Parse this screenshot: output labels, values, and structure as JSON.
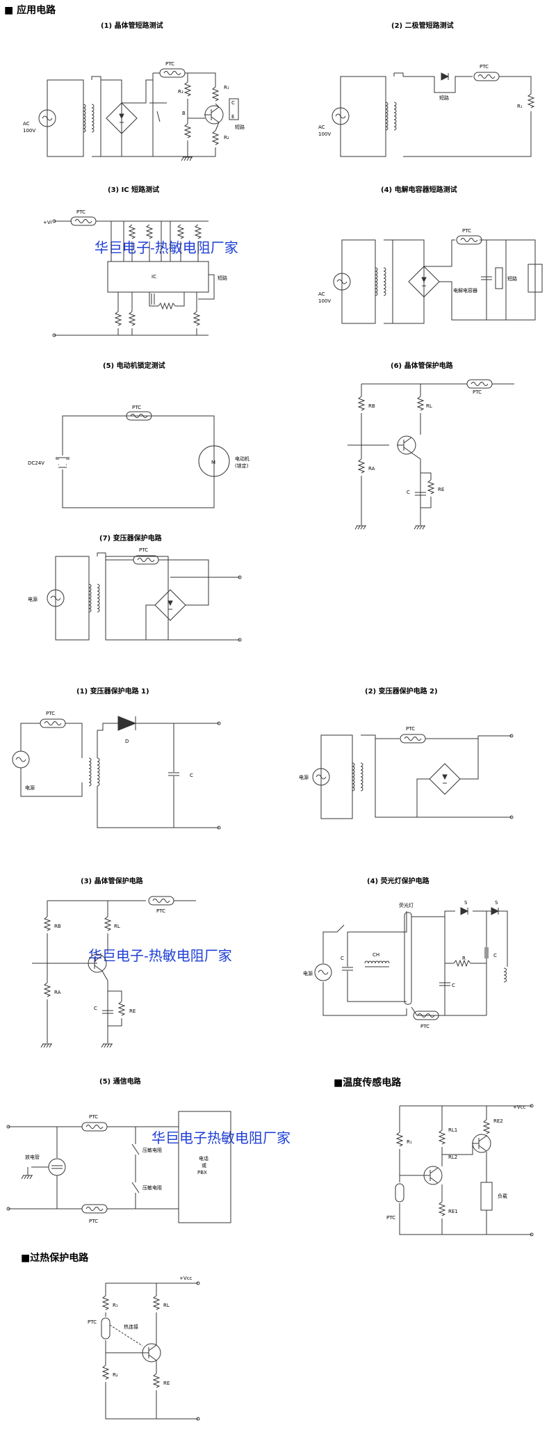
{
  "headers": {
    "apps": "■ 应用电路",
    "temp_sense": "■温度传感电路",
    "overheat": "■过热保护电路"
  },
  "captions": {
    "c1": "(1) 晶体管短路测试",
    "c2": "(2) 二极管短路测试",
    "c3": "(3) IC 短路测试",
    "c4": "(4) 电解电容器短路测试",
    "c5": "(5) 电动机锁定测试",
    "c6": "(6) 晶体管保护电路",
    "c7": "(7) 变压器保护电路",
    "d1": "(1) 变压器保护电路 1)",
    "d2": "(2) 变压器保护电路 2)",
    "d3": "(3) 晶体管保护电路",
    "d4": "(4) 荧光灯保护电路",
    "d5": "(5) 通信电路"
  },
  "watermarks": {
    "w1": "华巨电子-热敏电阻厂家",
    "w2": "华巨电子-热敏电阻厂家",
    "w3": "华巨电子热敏电阻厂家"
  },
  "labels": {
    "ptc": "PTC",
    "ac": "AC",
    "v100": "100V",
    "short": "短路",
    "r1": "R₁",
    "r2": "R₂",
    "r3": "R₃",
    "b": "B",
    "c": "C",
    "e": "E",
    "vi": "+Vi",
    "ic": "IC",
    "elec_cap": "电解电容器",
    "dc24": "DC24V",
    "m": "M",
    "motor": "电动机",
    "locked": "(锁定)",
    "rb": "RB",
    "rl": "RL",
    "ra": "RA",
    "re": "RE",
    "power": "电源",
    "d": "D",
    "s": "S",
    "ch": "CH",
    "lamp": "荧光灯",
    "r": "R",
    "arrester": "放电管",
    "surge": "压敏电阻",
    "phone": "电话",
    "or": "或",
    "pbx": "PBX",
    "vcc": "+Vcc",
    "rl1": "RL1",
    "rl2": "RL2",
    "re1": "RE1",
    "re2": "RE2",
    "load": "负载",
    "thermal": "热连接",
    "rl_s": "RL",
    "re_s": "RE"
  },
  "colors": {
    "watermark": "#1f3fd6",
    "line": "#333333"
  }
}
